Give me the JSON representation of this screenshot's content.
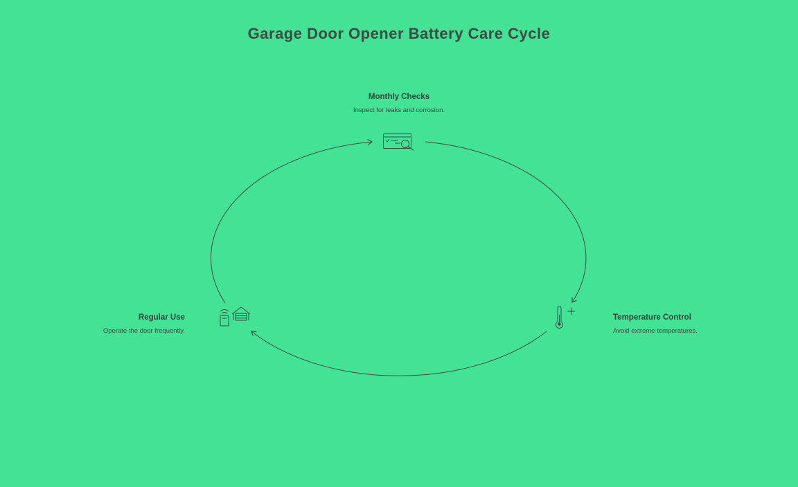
{
  "diagram": {
    "title": "Garage Door Opener Battery Care Cycle",
    "stages": [
      {
        "id": "monthly-checks",
        "title": "Monthly Checks",
        "description": "Inspect for leaks and corrosion.",
        "icon": "calendar-inspect-icon"
      },
      {
        "id": "temperature-control",
        "title": "Temperature Control",
        "description": "Avoid extreme temperatures.",
        "icon": "thermometer-plus-icon"
      },
      {
        "id": "regular-use",
        "title": "Regular Use",
        "description": "Operate the door frequently.",
        "icon": "remote-garage-icon"
      }
    ],
    "flow": [
      {
        "from": "monthly-checks",
        "to": "temperature-control"
      },
      {
        "from": "temperature-control",
        "to": "regular-use"
      },
      {
        "from": "regular-use",
        "to": "monthly-checks"
      }
    ],
    "colors": {
      "background": "#44e294",
      "line": "#3c4a43",
      "text": "#34423b"
    }
  }
}
